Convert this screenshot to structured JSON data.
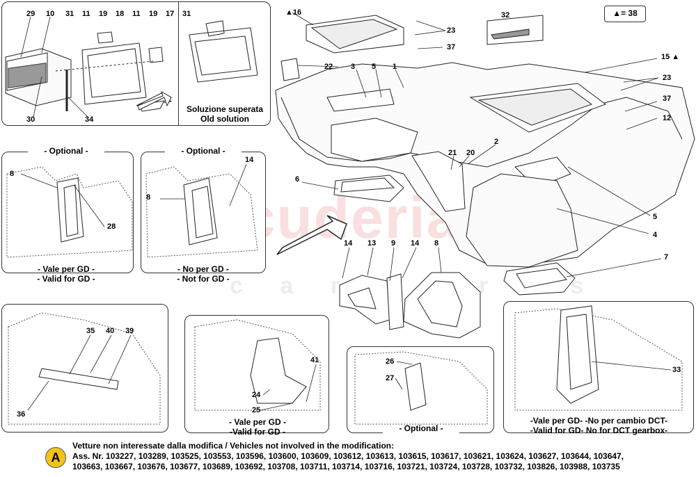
{
  "legend_box": "▲= 38",
  "panels": {
    "solution_caption": [
      "Soluzione superata",
      "Old solution"
    ],
    "opt1": {
      "title": "- Optional -",
      "caption": [
        "- Vale per GD -",
        "- Valid for GD -"
      ]
    },
    "opt2": {
      "title": "- Optional -",
      "caption": [
        "- No per GD -",
        "- Not for GD -"
      ]
    },
    "gd3": {
      "caption": [
        "- Vale per GD -",
        "-Valid for GD -"
      ]
    },
    "opt4": {
      "title": "- Optional -"
    },
    "dct": {
      "caption": [
        "-Vale per GD- -No per cambio DCT-",
        "-Valid for GD- No for DCT gearbox-"
      ]
    }
  },
  "labels": {
    "p29": "29",
    "p10": "10",
    "p31a": "31",
    "p11a": "11",
    "p19a": "19",
    "p18": "18",
    "p11b": "11",
    "p19b": "19",
    "p17": "17",
    "p30": "30",
    "p34": "34",
    "p31b": "31",
    "m16": "▲16",
    "m23a": "23",
    "m37a": "37",
    "m32": "32",
    "m15": "15 ▲",
    "m22": "22",
    "m3": "3",
    "m5a": "5",
    "m1": "1",
    "m23b": "23",
    "m37b": "37",
    "m12": "12",
    "m6": "6",
    "m2": "2",
    "m21": "21",
    "m20": "20",
    "m5b": "5",
    "m4": "4",
    "m7": "7",
    "m14a": "14",
    "m13": "13",
    "m9": "9",
    "m14b": "14",
    "m8c": "8",
    "o8": "8",
    "o28": "28",
    "n8": "8",
    "n14": "14",
    "b35": "35",
    "b40": "40",
    "b39": "39",
    "b36": "36",
    "g24": "24",
    "g25": "25",
    "g41": "41",
    "q26": "26",
    "q27": "27",
    "d33": "33"
  },
  "watermark": {
    "main": "scuderia",
    "sub": "c a r p a r t s"
  },
  "footer": {
    "badge": "A",
    "line1": "Vetture non interessate dalla modifica / Vehicles not involved in the modification:",
    "line2": "Ass. Nr. 103227, 103289, 103525, 103553, 103596, 103600, 103609, 103612, 103613, 103615, 103617, 103621, 103624, 103627, 103644, 103647,",
    "line3": "103663, 103667, 103676, 103677, 103689, 103692, 103708, 103711, 103714, 103716, 103721, 103724, 103728, 103732, 103826, 103988, 103735"
  }
}
